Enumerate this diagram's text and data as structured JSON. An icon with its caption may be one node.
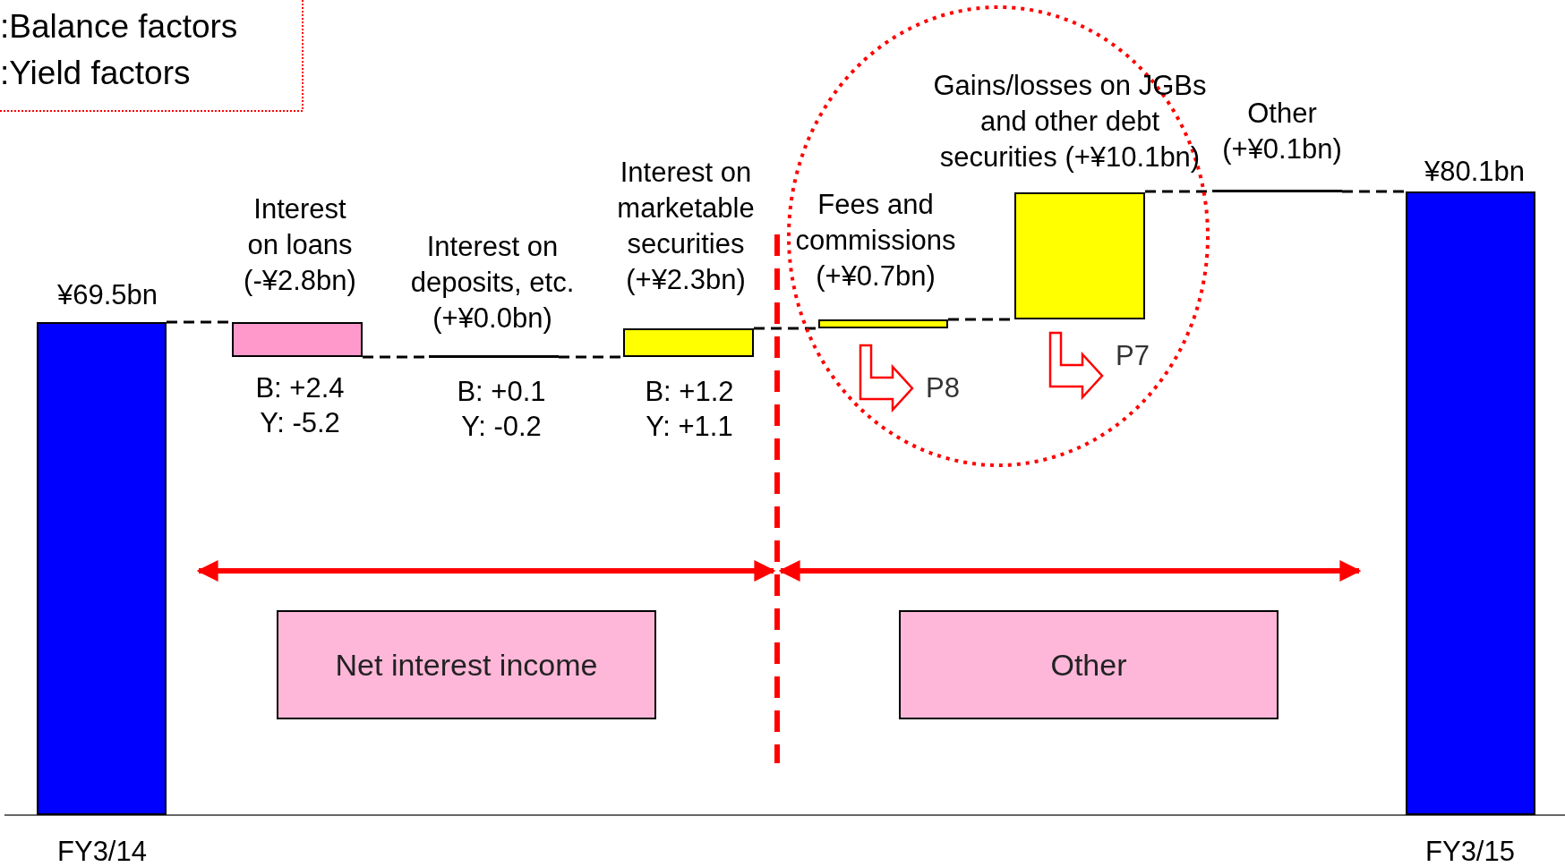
{
  "diagram": {
    "nodes": [
      {
        "text": [],
        "shape": "bar",
        "beside": [
          "¥69.5bn",
          "FY3/14"
        ]
      },
      {
        "text": [],
        "shape": "bar",
        "beside": [
          "Interest on loans (-¥2.8bn)",
          "B: +2.4",
          "Y: -5.2"
        ]
      },
      {
        "text": [],
        "shape": "bar",
        "beside": [
          "Interest on deposits, etc. (+¥0.0bn)",
          "B: +0.1",
          "Y: -0.2"
        ]
      },
      {
        "text": [],
        "shape": "bar",
        "beside": [
          "Interest on marketable securities (+¥2.3bn)",
          "B: +1.2",
          "Y: +1.1"
        ]
      },
      {
        "text": [],
        "shape": "bar",
        "beside": [
          "Fees and commissions (+¥0.7bn)"
        ]
      },
      {
        "text": [],
        "shape": "bar",
        "beside": [
          "Gains/losses on JGBs and other debt securities (+¥10.1bn)"
        ]
      },
      {
        "text": [],
        "shape": "bar",
        "beside": [
          "Other (+¥0.1bn)"
        ]
      },
      {
        "text": [],
        "shape": "bar",
        "beside": [
          "¥80.1bn",
          "FY3/15"
        ]
      },
      {
        "text": [
          "Net interest income"
        ]
      },
      {
        "text": [
          "Other"
        ]
      }
    ],
    "edges": [
      {
        "from": 0,
        "to": 1,
        "arrow": "none",
        "style": "dashed"
      },
      {
        "from": 1,
        "to": 2,
        "arrow": "none",
        "style": "dashed"
      },
      {
        "from": 2,
        "to": 3,
        "arrow": "none",
        "style": "dashed"
      },
      {
        "from": 3,
        "to": 4,
        "arrow": "none",
        "style": "dashed"
      },
      {
        "from": 4,
        "to": 5,
        "arrow": "none",
        "style": "dashed"
      },
      {
        "from": 5,
        "to": 6,
        "arrow": "none",
        "style": "dashed"
      },
      {
        "from": 6,
        "to": 7,
        "arrow": "none",
        "style": "dashed"
      }
    ],
    "labels": [
      ":Balance factors",
      ":Yield factors",
      "P8",
      "P7"
    ]
  }
}
